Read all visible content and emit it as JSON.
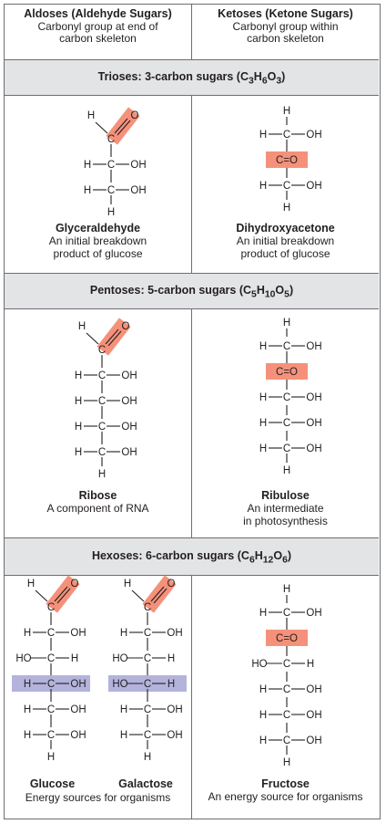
{
  "columns": {
    "aldoses": {
      "title": "Aldoses (Aldehyde Sugars)",
      "line1": "Carbonyl group at end of",
      "line2": "carbon skeleton"
    },
    "ketoses": {
      "title": "Ketoses (Ketone Sugars)",
      "line1": "Carbonyl group within",
      "line2": "carbon skeleton"
    }
  },
  "sections": {
    "trioses": {
      "label": "Trioses: 3-carbon sugars (C",
      "n1": "3",
      "h": "H",
      "n2": "6",
      "o": "O",
      "n3": "3",
      "close": ")"
    },
    "pentoses": {
      "label": "Pentoses: 5-carbon sugars (C",
      "n1": "5",
      "h": "H",
      "n2": "10",
      "o": "O",
      "n3": "5",
      "close": ")"
    },
    "hexoses": {
      "label": "Hexoses: 6-carbon sugars (C",
      "n1": "6",
      "h": "H",
      "n2": "12",
      "o": "O",
      "n3": "6",
      "close": ")"
    }
  },
  "sugars": {
    "glyceraldehyde": {
      "name": "Glyceraldehyde",
      "desc1": "An initial breakdown",
      "desc2": "product of glucose"
    },
    "dihydroxyacetone": {
      "name": "Dihydroxyacetone",
      "desc1": "An initial breakdown",
      "desc2": "product of glucose"
    },
    "ribose": {
      "name": "Ribose",
      "desc1": "A component of RNA"
    },
    "ribulose": {
      "name": "Ribulose",
      "desc1": "An intermediate",
      "desc2": "in photosynthesis"
    },
    "glucose": {
      "name": "Glucose"
    },
    "galactose": {
      "name": "Galactose"
    },
    "glucose_galactose_desc": "Energy sources for organisms",
    "fructose": {
      "name": "Fructose",
      "desc1": "An energy source for organisms"
    }
  },
  "atoms": {
    "H": "H",
    "C": "C",
    "O": "O",
    "OH": "OH",
    "HO": "HO",
    "CO": "C=O",
    "bond": "—"
  },
  "colors": {
    "carbonyl_highlight": "#f5917a",
    "isomer_highlight": "#b3b3dc",
    "band": "#e3e4e5",
    "border": "#6d6e71"
  }
}
